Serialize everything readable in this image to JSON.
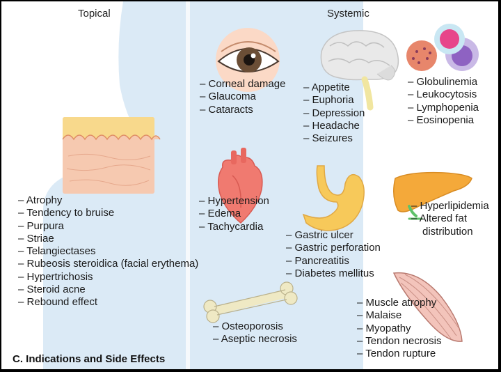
{
  "headings": {
    "topical": "Topical",
    "systemic": "Systemic"
  },
  "caption": "C. Indications and Side Effects",
  "topical_effects": [
    "Atrophy",
    "Tendency to bruise",
    "Purpura",
    "Striae",
    "Telangiectases",
    "Rubeosis steroidica (facial erythema)",
    "Hypertrichosis",
    "Steroid acne",
    "Rebound effect"
  ],
  "eye_effects": [
    "Corneal damage",
    "Glaucoma",
    "Cataracts"
  ],
  "brain_effects": [
    "Appetite",
    "Euphoria",
    "Depression",
    "Headache",
    "Seizures"
  ],
  "blood_effects": [
    "Globulinemia",
    "Leukocytosis",
    "Lymphopenia",
    "Eosinopenia"
  ],
  "heart_effects": [
    "Hypertension",
    "Edema",
    "Tachycardia"
  ],
  "liver_effects": [
    "Hyperlipidemia",
    "Altered fat distribution"
  ],
  "stomach_effects": [
    "Gastric ulcer",
    "Gastric perforation",
    "Pancreatitis",
    "Diabetes mellitus"
  ],
  "muscle_effects": [
    "Muscle atrophy",
    "Malaise",
    "Myopathy",
    "Tendon necrosis",
    "Tendon rupture"
  ],
  "bone_effects": [
    "Osteoporosis",
    "Aseptic necrosis"
  ],
  "colors": {
    "body_silhouette": "#dbeaf6",
    "skin": "#f6c9b0",
    "heart": "#f07a70",
    "liver": "#f4a93a",
    "stomach": "#f7c95a",
    "muscle": "#f3c4bb",
    "bone": "#efe9c4",
    "brain": "#e9e9e9"
  }
}
